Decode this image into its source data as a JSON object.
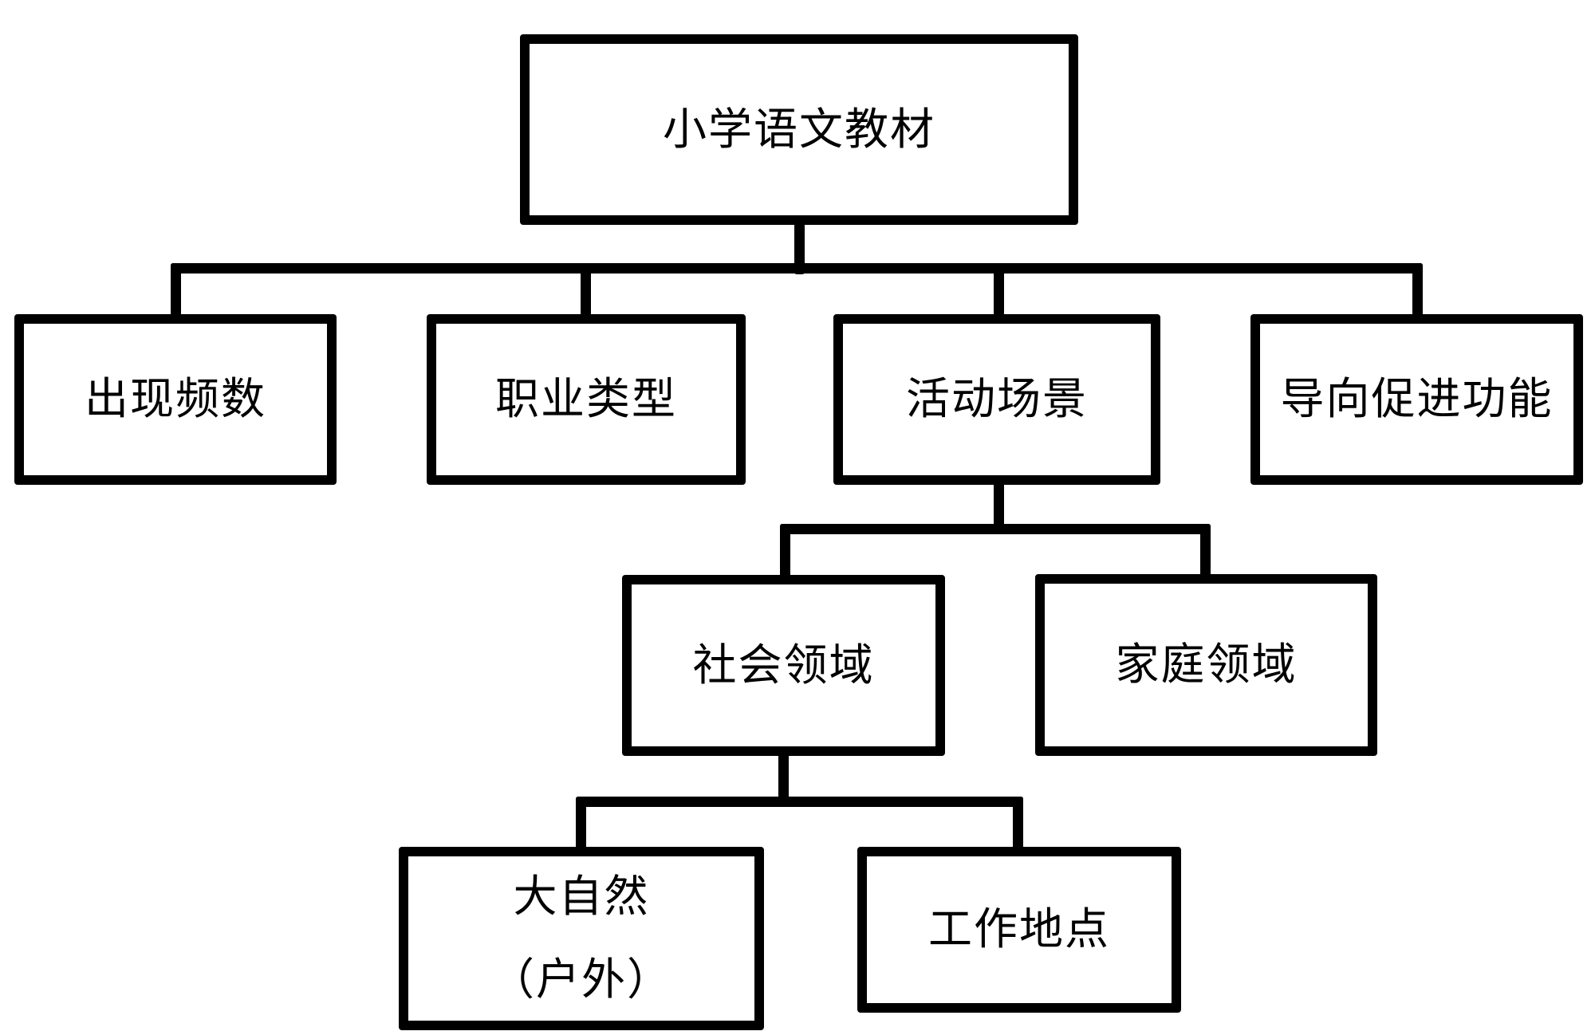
{
  "diagram": {
    "type": "tree-flowchart",
    "nodes": {
      "root": {
        "label": "小学语文教材"
      },
      "frequency": {
        "label": "出现频数"
      },
      "occupation": {
        "label": "职业类型"
      },
      "activity": {
        "label": "活动场景"
      },
      "guidance": {
        "label": "导向促进功能"
      },
      "social": {
        "label": "社会领域"
      },
      "family": {
        "label": "家庭领域"
      },
      "nature": {
        "label_line1": "大自然",
        "label_line2": "（户外）"
      },
      "workplace": {
        "label": "工作地点"
      }
    },
    "edges": [
      {
        "from": "root",
        "to": "frequency"
      },
      {
        "from": "root",
        "to": "occupation"
      },
      {
        "from": "root",
        "to": "activity"
      },
      {
        "from": "root",
        "to": "guidance"
      },
      {
        "from": "activity",
        "to": "social"
      },
      {
        "from": "activity",
        "to": "family"
      },
      {
        "from": "social",
        "to": "nature"
      },
      {
        "from": "social",
        "to": "workplace"
      }
    ],
    "colors": {
      "line": "#000000",
      "text": "#000000",
      "background": "#ffffff"
    }
  }
}
